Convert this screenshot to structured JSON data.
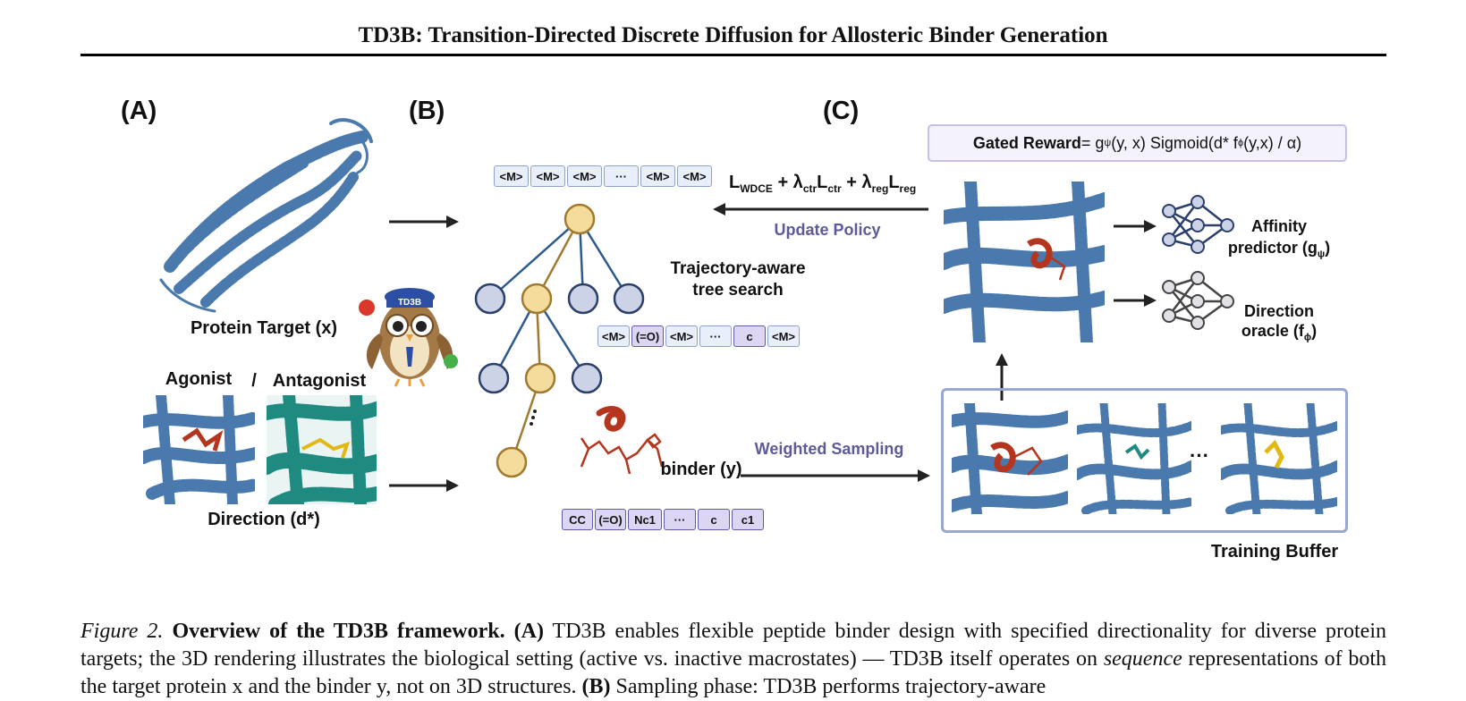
{
  "header": {
    "title": "TD3B: Transition-Directed Discrete Diffusion for Allosteric Binder Generation"
  },
  "panels": {
    "a": "(A)",
    "b": "(B)",
    "c": "(C)"
  },
  "panel_a": {
    "protein_label": "Protein Target (x)",
    "agonist_label": "Agonist",
    "slash": "/",
    "antagonist_label": "Antagonist",
    "direction_label": "Direction (d*)"
  },
  "panel_b": {
    "top_tokens": [
      "<M>",
      "<M>",
      "<M>",
      "···",
      "<M>",
      "<M>"
    ],
    "mid_tokens": [
      "<M>",
      "(=O)",
      "<M>",
      "···",
      "c",
      "<M>"
    ],
    "bottom_tokens": [
      "CC",
      "(=O)",
      "Nc1",
      "···",
      "c",
      "c1"
    ],
    "tree_label_line1": "Trajectory-aware",
    "tree_label_line2": "tree search",
    "binder_label": "binder (y)",
    "owl_cap_text": "TD3B"
  },
  "arrows": {
    "loss_parts": [
      {
        "main": "L",
        "sub": "WDCE"
      },
      {
        "main": " + λ",
        "sub": "ctr"
      },
      {
        "main": "L",
        "sub": "ctr"
      },
      {
        "main": " + λ",
        "sub": "reg"
      },
      {
        "main": "L",
        "sub": "reg"
      }
    ],
    "update_policy": "Update Policy",
    "weighted_sampling": "Weighted Sampling"
  },
  "panel_c": {
    "gated_reward_bold": "Gated Reward",
    "gated_reward_formula": " = g",
    "gated_sub1": "ψ",
    "gated_mid": "(y, x) Sigmoid(d* f",
    "gated_sub2": "ϕ",
    "gated_end": "(y,x) / α)",
    "affinity_line1": "Affinity",
    "affinity_line2": "predictor (g",
    "affinity_sub": "ψ",
    "affinity_close": ")",
    "direction_line1": "Direction",
    "direction_line2": "oracle (f",
    "direction_sub": "ϕ",
    "direction_close": ")",
    "ellipsis": "···",
    "buffer_label": "Training Buffer"
  },
  "caption": {
    "fig": "Figure 2.",
    "title": "Overview of the TD3B framework.",
    "label_a": "(A)",
    "text1": " TD3B enables flexible peptide binder design with specified directionality for diverse protein targets; the 3D rendering illustrates the biological setting (active vs. inactive macrostates) — TD3B itself operates on ",
    "emph1": "sequence",
    "text2": " representations of both the target protein x and the binder y, not on 3D structures. ",
    "label_b": "(B)",
    "text3": " Sampling phase: TD3B performs trajectory-aware"
  },
  "colors": {
    "protein_blue": "#4a79ad",
    "teal": "#1e8a80",
    "binder_red": "#b5361f",
    "node_gold": "#f3dc9c",
    "node_blue": "#cdd3e6",
    "purple": "#5d5a98"
  }
}
